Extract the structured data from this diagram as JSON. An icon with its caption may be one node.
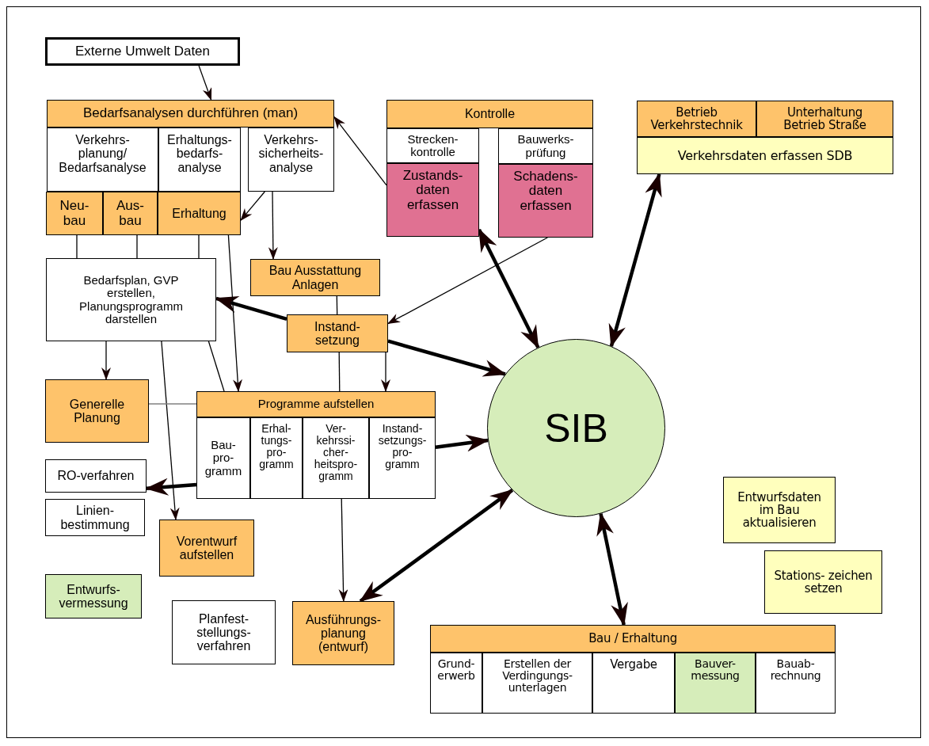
{
  "diagram": {
    "nodes": [
      {
        "text": [
          "Externe Umwelt Daten"
        ]
      },
      {
        "text": [
          "Bedarfsanalysen durchführen (man)"
        ]
      },
      {
        "text": [
          "Verkehrs- planung/ Bedarfsanalyse"
        ]
      },
      {
        "text": [
          "Erhaltungs- bedarfs- analyse"
        ]
      },
      {
        "text": [
          "Verkehrs- sicherheits- analyse"
        ]
      },
      {
        "text": [
          "Neu- bau"
        ]
      },
      {
        "text": [
          "Aus- bau"
        ]
      },
      {
        "text": [
          "Erhaltung"
        ]
      },
      {
        "text": [
          "Kontrolle"
        ]
      },
      {
        "text": [
          "Strecken- kontrolle"
        ]
      },
      {
        "text": [
          "Bauwerks- prüfung"
        ]
      },
      {
        "text": [
          "Zustands- daten erfassen"
        ]
      },
      {
        "text": [
          "Schadens- daten erfassen"
        ]
      },
      {
        "text": [
          "Betrieb Verkehrstechnik"
        ]
      },
      {
        "text": [
          "Unterhaltung Betrieb Straße"
        ]
      },
      {
        "text": [
          "Verkehrsdaten erfassen SDB"
        ]
      },
      {
        "text": [
          "Bau Ausstattung Anlagen"
        ]
      },
      {
        "text": [
          "Bedarfsplan, GVP erstellen, Planungsprogramm darstellen"
        ]
      },
      {
        "text": [
          "Instand- setzung"
        ]
      },
      {
        "text": [
          "Generelle Planung"
        ]
      },
      {
        "text": [
          "Programme aufstellen"
        ]
      },
      {
        "text": [
          "Bau- pro- gramm"
        ]
      },
      {
        "text": [
          "Erhal- tungs- pro- gramm"
        ]
      },
      {
        "text": [
          "Ver- kehrssi- cher- heitspro- gramm"
        ]
      },
      {
        "text": [
          "Instand- setzungs- pro- gramm"
        ]
      },
      {
        "text": [
          "SIB"
        ]
      },
      {
        "text": [
          "RO-verfahren"
        ]
      },
      {
        "text": [
          "Linien- bestimmung"
        ]
      },
      {
        "text": [
          "Vorentwurf aufstellen"
        ]
      },
      {
        "text": [
          "Entwurfs- vermessung"
        ]
      },
      {
        "text": [
          "Planfest- stellungs- verfahren"
        ]
      },
      {
        "text": [
          "Ausführungs- planung (entwurf)"
        ]
      },
      {
        "text": [
          "Entwurfsdaten im Bau aktualisieren"
        ]
      },
      {
        "text": [
          "Stations- zeichen setzen"
        ]
      },
      {
        "text": [
          "Bau / Erhaltung"
        ]
      },
      {
        "text": [
          "Grund- erwerb"
        ]
      },
      {
        "text": [
          "Erstellen der Verdingungs- unterlagen"
        ]
      },
      {
        "text": [
          "Vergabe"
        ]
      },
      {
        "text": [
          "Bauver- messung"
        ]
      },
      {
        "text": [
          "Bauab- rechnung"
        ]
      }
    ],
    "edges": [
      {
        "from": 0,
        "to": 1,
        "arrow": "to"
      },
      {
        "from": 11,
        "to": 1,
        "arrow": "to"
      },
      {
        "from": 4,
        "to": 7,
        "arrow": "to"
      },
      {
        "from": 4,
        "to": 16,
        "arrow": "to"
      },
      {
        "from": 12,
        "to": 18,
        "arrow": "to"
      },
      {
        "from": 11,
        "to": 25,
        "arrow": "both",
        "style": "thick"
      },
      {
        "from": 15,
        "to": 25,
        "arrow": "both",
        "style": "thick"
      },
      {
        "from": 18,
        "to": 17,
        "arrow": "to",
        "style": "thick"
      },
      {
        "from": 18,
        "to": 25,
        "arrow": "to",
        "style": "thick"
      },
      {
        "from": 24,
        "to": 25,
        "arrow": "to",
        "style": "thick"
      },
      {
        "from": 21,
        "to": 26,
        "arrow": "to",
        "style": "thick"
      },
      {
        "from": 17,
        "to": 19,
        "arrow": "to"
      },
      {
        "from": 17,
        "to": 28,
        "arrow": "to"
      },
      {
        "from": 7,
        "to": 20,
        "arrow": "to"
      },
      {
        "from": 18,
        "to": 20,
        "arrow": "to"
      },
      {
        "from": 23,
        "to": 31,
        "arrow": "to"
      },
      {
        "from": 25,
        "to": 31,
        "arrow": "both",
        "style": "thick"
      },
      {
        "from": 25,
        "to": 34,
        "arrow": "both",
        "style": "thick"
      },
      {
        "from": 5,
        "to": 17,
        "arrow": "none"
      },
      {
        "from": 6,
        "to": 17,
        "arrow": "none"
      },
      {
        "from": 7,
        "to": 17,
        "arrow": "none"
      },
      {
        "from": 16,
        "to": 18,
        "arrow": "none"
      },
      {
        "from": 18,
        "to": 20,
        "arrow": "none"
      },
      {
        "from": 17,
        "to": 20,
        "arrow": "none"
      },
      {
        "from": 19,
        "to": 20,
        "arrow": "none",
        "color": "#808080"
      }
    ]
  }
}
